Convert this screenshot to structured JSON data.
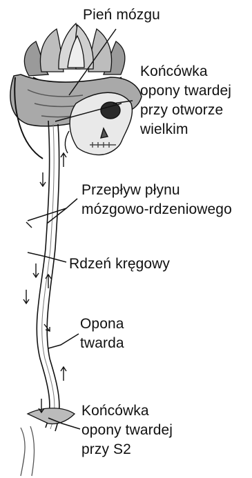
{
  "labels": {
    "brainstem": [
      "Pień mózgu"
    ],
    "dura_end_foramen": [
      "Końcówka",
      "opony twardej",
      "przy otworze",
      "wielkim"
    ],
    "csf_flow": [
      "Przepływ płynu",
      "mózgowo-rdzeniowego"
    ],
    "spinal_cord": [
      "Rdzeń kręgowy"
    ],
    "dura_mater": [
      "Opona",
      "twarda"
    ],
    "dura_end_s2": [
      "Końcówka",
      "opony twardej",
      "przy S2"
    ]
  },
  "colors": {
    "ink": "#111111",
    "paper": "#ffffff",
    "shade": "#8a8a8a",
    "light_shade": "#c9c9c9"
  },
  "icons": [
    "lotus-illustration",
    "skull-illustration",
    "spinal-cord-illustration",
    "flow-arrow-icon"
  ]
}
